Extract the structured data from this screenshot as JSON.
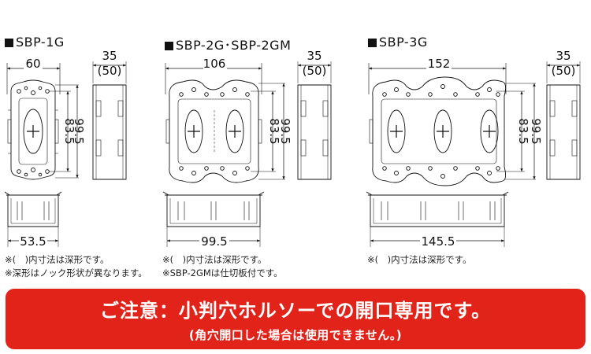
{
  "products": [
    {
      "title": "SBP-1G",
      "width_dim": "60",
      "depth_dim": "35",
      "depth_deep_dim": "(50)",
      "height_dim_inner": "83.5",
      "height_dim_outer": "99.5",
      "bottom_dim": "53.5",
      "notes": [
        "※(　)内寸法は深形です。",
        "※深形はノック形状が異なります。"
      ]
    },
    {
      "title": "SBP-2G･SBP-2GM",
      "width_dim": "106",
      "depth_dim": "35",
      "depth_deep_dim": "(50)",
      "height_dim_inner": "83.5",
      "height_dim_outer": "99.5",
      "bottom_dim": "99.5",
      "notes": [
        "※(　)内寸法は深形です。",
        "※SBP-2GMは仕切板付です。"
      ]
    },
    {
      "title": "SBP-3G",
      "width_dim": "152",
      "depth_dim": "35",
      "depth_deep_dim": "(50)",
      "height_dim_inner": "83.5",
      "height_dim_outer": "99.5",
      "bottom_dim": "145.5",
      "notes": [
        "※(　)内寸法は深形です。"
      ]
    }
  ],
  "banner": {
    "main": "ご注意：小判穴ホルソーでの開口専用です。",
    "sub": "(角穴開口した場合は使用できません。)",
    "color": "#e2231a"
  }
}
